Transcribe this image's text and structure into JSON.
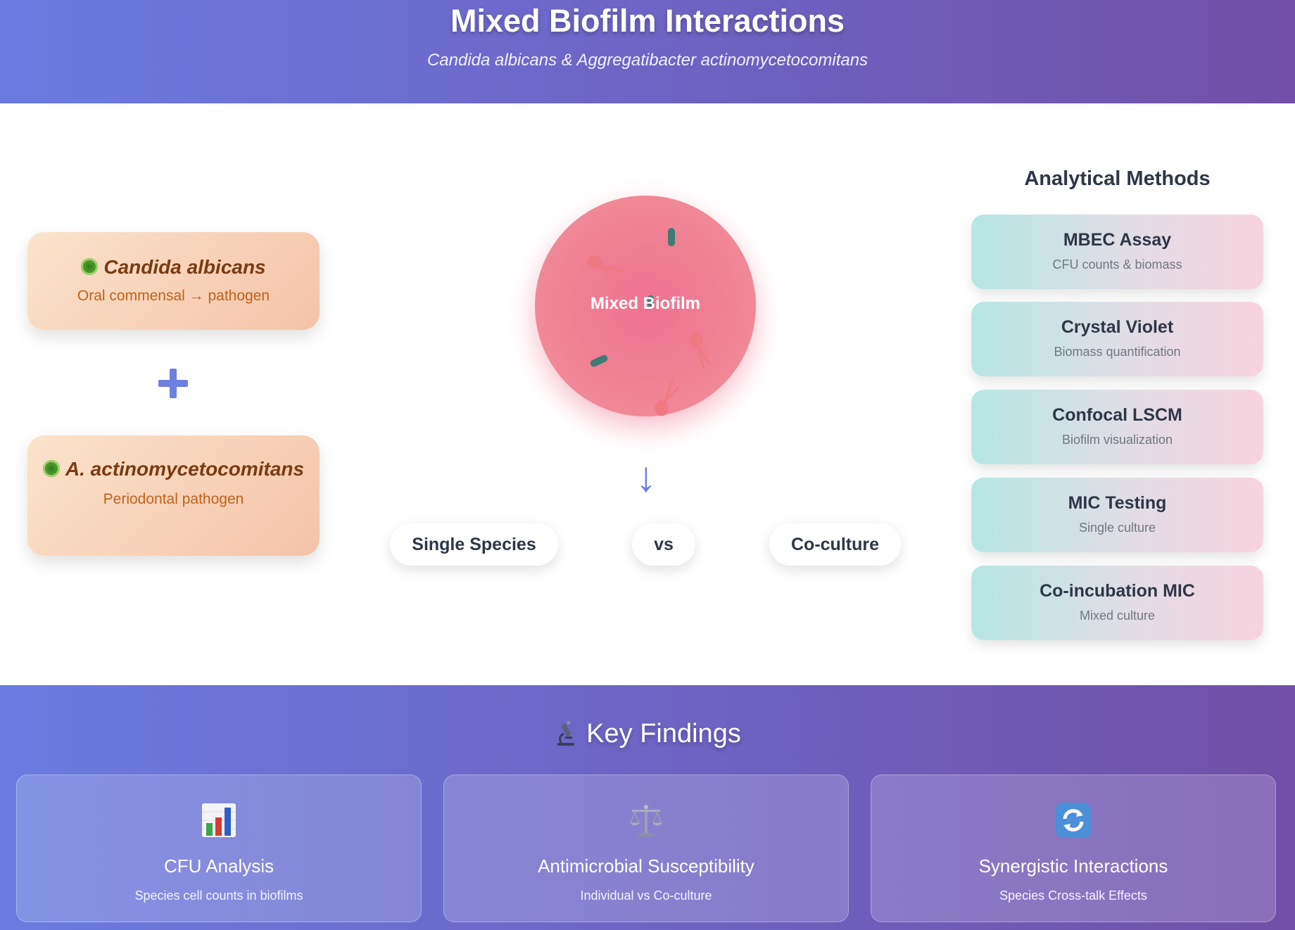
{
  "header": {
    "title": "Mixed Biofilm Interactions",
    "subtitle": "Candida albicans & Aggregatibacter actinomycetocomitans"
  },
  "species": [
    {
      "name": "Candida albicans",
      "role": "Oral commensal → pathogen",
      "icon": "germ-icon"
    },
    {
      "name": "A. actinomycetocomitans",
      "role": "Periodontal pathogen",
      "icon": "germ-icon"
    }
  ],
  "center": {
    "biofilm_label": "Mixed Biofilm",
    "compare": {
      "single": "Single Species",
      "vs": "vs",
      "coculture": "Co-culture"
    }
  },
  "methods": {
    "title": "Analytical Methods",
    "items": [
      {
        "name": "MBEC Assay",
        "desc": "CFU counts & biomass"
      },
      {
        "name": "Crystal Violet",
        "desc": "Biomass quantification"
      },
      {
        "name": "Confocal LSCM",
        "desc": "Biofilm visualization"
      },
      {
        "name": "MIC Testing",
        "desc": "Single culture"
      },
      {
        "name": "Co-incubation MIC",
        "desc": "Mixed culture"
      }
    ]
  },
  "findings": {
    "title": "Key Findings",
    "title_icon": "microscope-icon",
    "items": [
      {
        "icon": "bar-chart-icon",
        "title": "CFU Analysis",
        "desc": "Species cell counts in biofilms"
      },
      {
        "icon": "balance-scale-icon",
        "title": "Antimicrobial Susceptibility",
        "desc": "Individual vs Co-culture"
      },
      {
        "icon": "cycle-arrows-icon",
        "title": "Synergistic Interactions",
        "desc": "Species Cross-talk Effects"
      }
    ]
  },
  "colors": {
    "header_gradient_start": "#6a7bdf",
    "header_gradient_end": "#7050a8",
    "species_card": "#f4c3a8",
    "species_name": "#7a3b12",
    "species_role": "#c0621c",
    "biofilm": "#ee7290",
    "accent": "#6d7fe0"
  }
}
